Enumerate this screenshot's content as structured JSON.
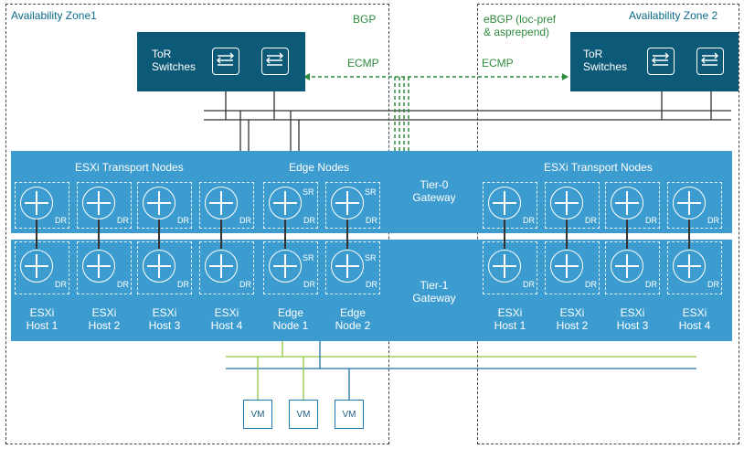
{
  "zones": [
    {
      "title": "Availability Zone1"
    },
    {
      "title": "Availability Zone 2"
    }
  ],
  "bgp_labels": {
    "left": "BGP",
    "right_line1": "eBGP (loc-pref",
    "right_line2": "& asprepend)"
  },
  "ecmp_labels": {
    "left": "ECMP",
    "right": "ECMP"
  },
  "tor": {
    "line1": "ToR",
    "line2": "Switches"
  },
  "tier0": {
    "line1": "Tier-0",
    "line2": "Gateway"
  },
  "tier1": {
    "line1": "Tier-1",
    "line2": "Gateway"
  },
  "sections": {
    "left_transport": "ESXi Transport Nodes",
    "edge": "Edge Nodes",
    "right_transport": "ESXi Transport Nodes"
  },
  "router_tags": {
    "dr": "DR",
    "sr": "SR"
  },
  "left_hosts": [
    {
      "line1": "ESXi",
      "line2": "Host 1"
    },
    {
      "line1": "ESXi",
      "line2": "Host 2"
    },
    {
      "line1": "ESXi",
      "line2": "Host 3"
    },
    {
      "line1": "ESXi",
      "line2": "Host 4"
    }
  ],
  "edge_nodes": [
    {
      "line1": "Edge",
      "line2": "Node 1"
    },
    {
      "line1": "Edge",
      "line2": "Node 2"
    }
  ],
  "right_hosts": [
    {
      "line1": "ESXi",
      "line2": "Host 1"
    },
    {
      "line1": "ESXi",
      "line2": "Host 2"
    },
    {
      "line1": "ESXi",
      "line2": "Host 3"
    },
    {
      "line1": "ESXi",
      "line2": "Host 4"
    }
  ],
  "vms": [
    {
      "label": "VM"
    },
    {
      "label": "VM"
    },
    {
      "label": "VM"
    }
  ],
  "colors": {
    "tor_fill": "#0d5a78",
    "band_fill": "#3d9ccf",
    "ecmp_green": "#2e8b3e",
    "zone_title": "#0a6b8a",
    "segment_green": "#8cc63f",
    "segment_blue": "#1f6fa8"
  },
  "icons": {
    "switch": "switch-icon",
    "router": "router-icon"
  }
}
